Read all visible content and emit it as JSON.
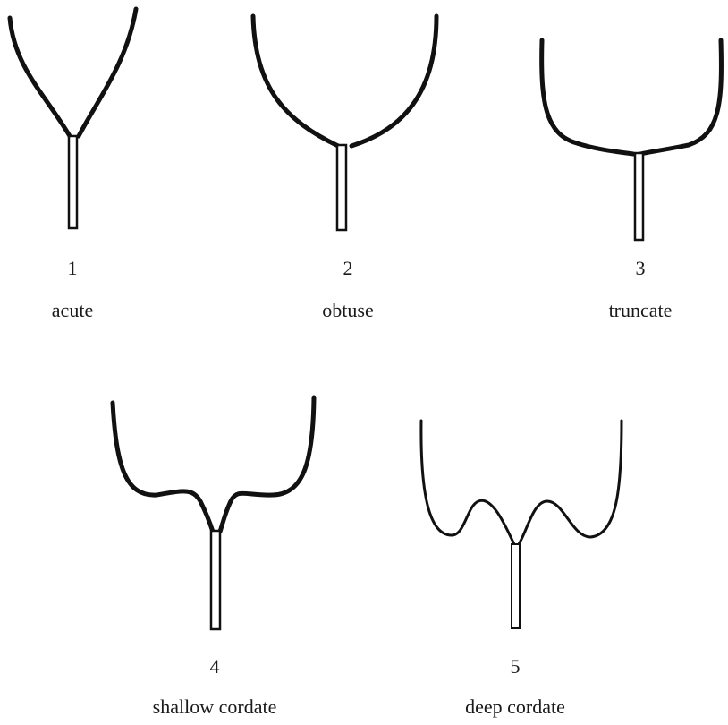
{
  "diagram": {
    "shapes": [
      {
        "number": "1",
        "name": "acute"
      },
      {
        "number": "2",
        "name": "obtuse"
      },
      {
        "number": "3",
        "name": "truncate"
      },
      {
        "number": "4",
        "name": "shallow cordate"
      },
      {
        "number": "5",
        "name": "deep cordate"
      }
    ],
    "colors": {
      "outline": "#111111",
      "background": "#ffffff"
    }
  }
}
